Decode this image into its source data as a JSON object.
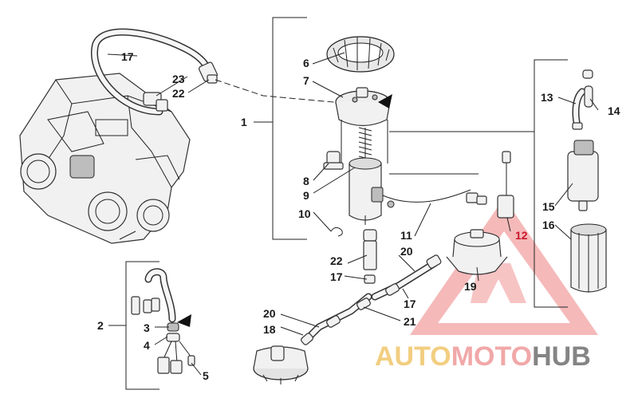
{
  "callouts": {
    "c1": "1",
    "c2": "2",
    "c3": "3",
    "c4": "4",
    "c5": "5",
    "c6": "6",
    "c7": "7",
    "c8": "8",
    "c9": "9",
    "c10": "10",
    "c11": "11",
    "c12": "12",
    "c13": "13",
    "c14": "14",
    "c15": "15",
    "c16": "16",
    "c17a": "17",
    "c17b": "17",
    "c17c": "17",
    "c18": "18",
    "c19": "19",
    "c20a": "20",
    "c20b": "20",
    "c21": "21",
    "c22a": "22",
    "c22b": "22",
    "c23": "23"
  },
  "watermark": {
    "part1": "AUTO",
    "part2": "MOTO",
    "part3": "HUB"
  },
  "colors": {
    "watermark_red": "#ef5b5b",
    "watermark_gold": "#f0c66a",
    "watermark_gray": "#6f6f6f",
    "label_red": "#c8162a"
  }
}
